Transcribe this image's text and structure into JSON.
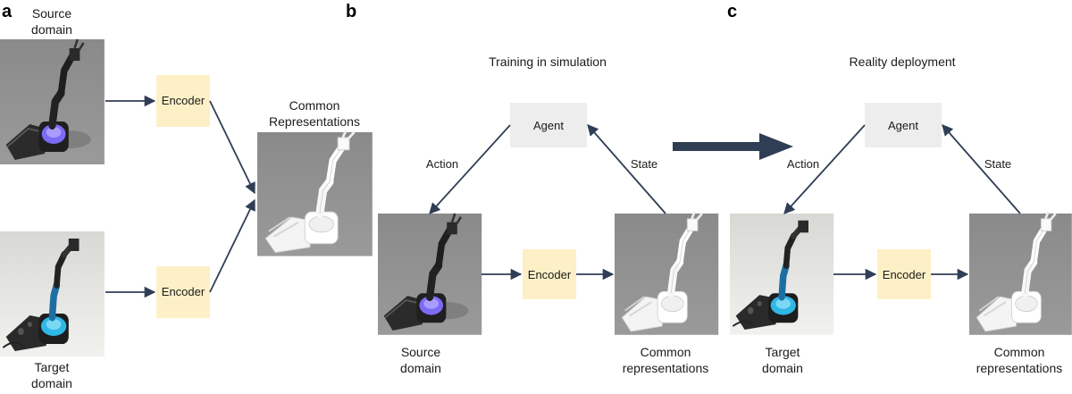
{
  "panel_a": {
    "letter": "a",
    "source_title_line1": "Source",
    "source_title_line2": "domain",
    "target_title_line1": "Target",
    "target_title_line2": "domain",
    "encoder_top": "Encoder",
    "encoder_bottom": "Encoder",
    "common_line1": "Common",
    "common_line2": "Representations"
  },
  "panel_b": {
    "letter": "b",
    "title": "Training in simulation",
    "agent": "Agent",
    "action": "Action",
    "state": "State",
    "encoder": "Encoder",
    "source_line1": "Source",
    "source_line2": "domain",
    "common_line1": "Common",
    "common_line2": "representations"
  },
  "panel_c": {
    "letter": "c",
    "title": "Reality deployment",
    "agent": "Agent",
    "action": "Action",
    "state": "State",
    "encoder": "Encoder",
    "target_line1": "Target",
    "target_line2": "domain",
    "common_line1": "Common",
    "common_line2": "representations"
  },
  "colors": {
    "arrow": "#2f3e55",
    "encoder_box": "#fdf0c6",
    "agent_box": "#ededed",
    "sim_background": "#8c8c8c",
    "target_accent": "#2fb7e6",
    "source_accent": "#7b6cf6"
  }
}
